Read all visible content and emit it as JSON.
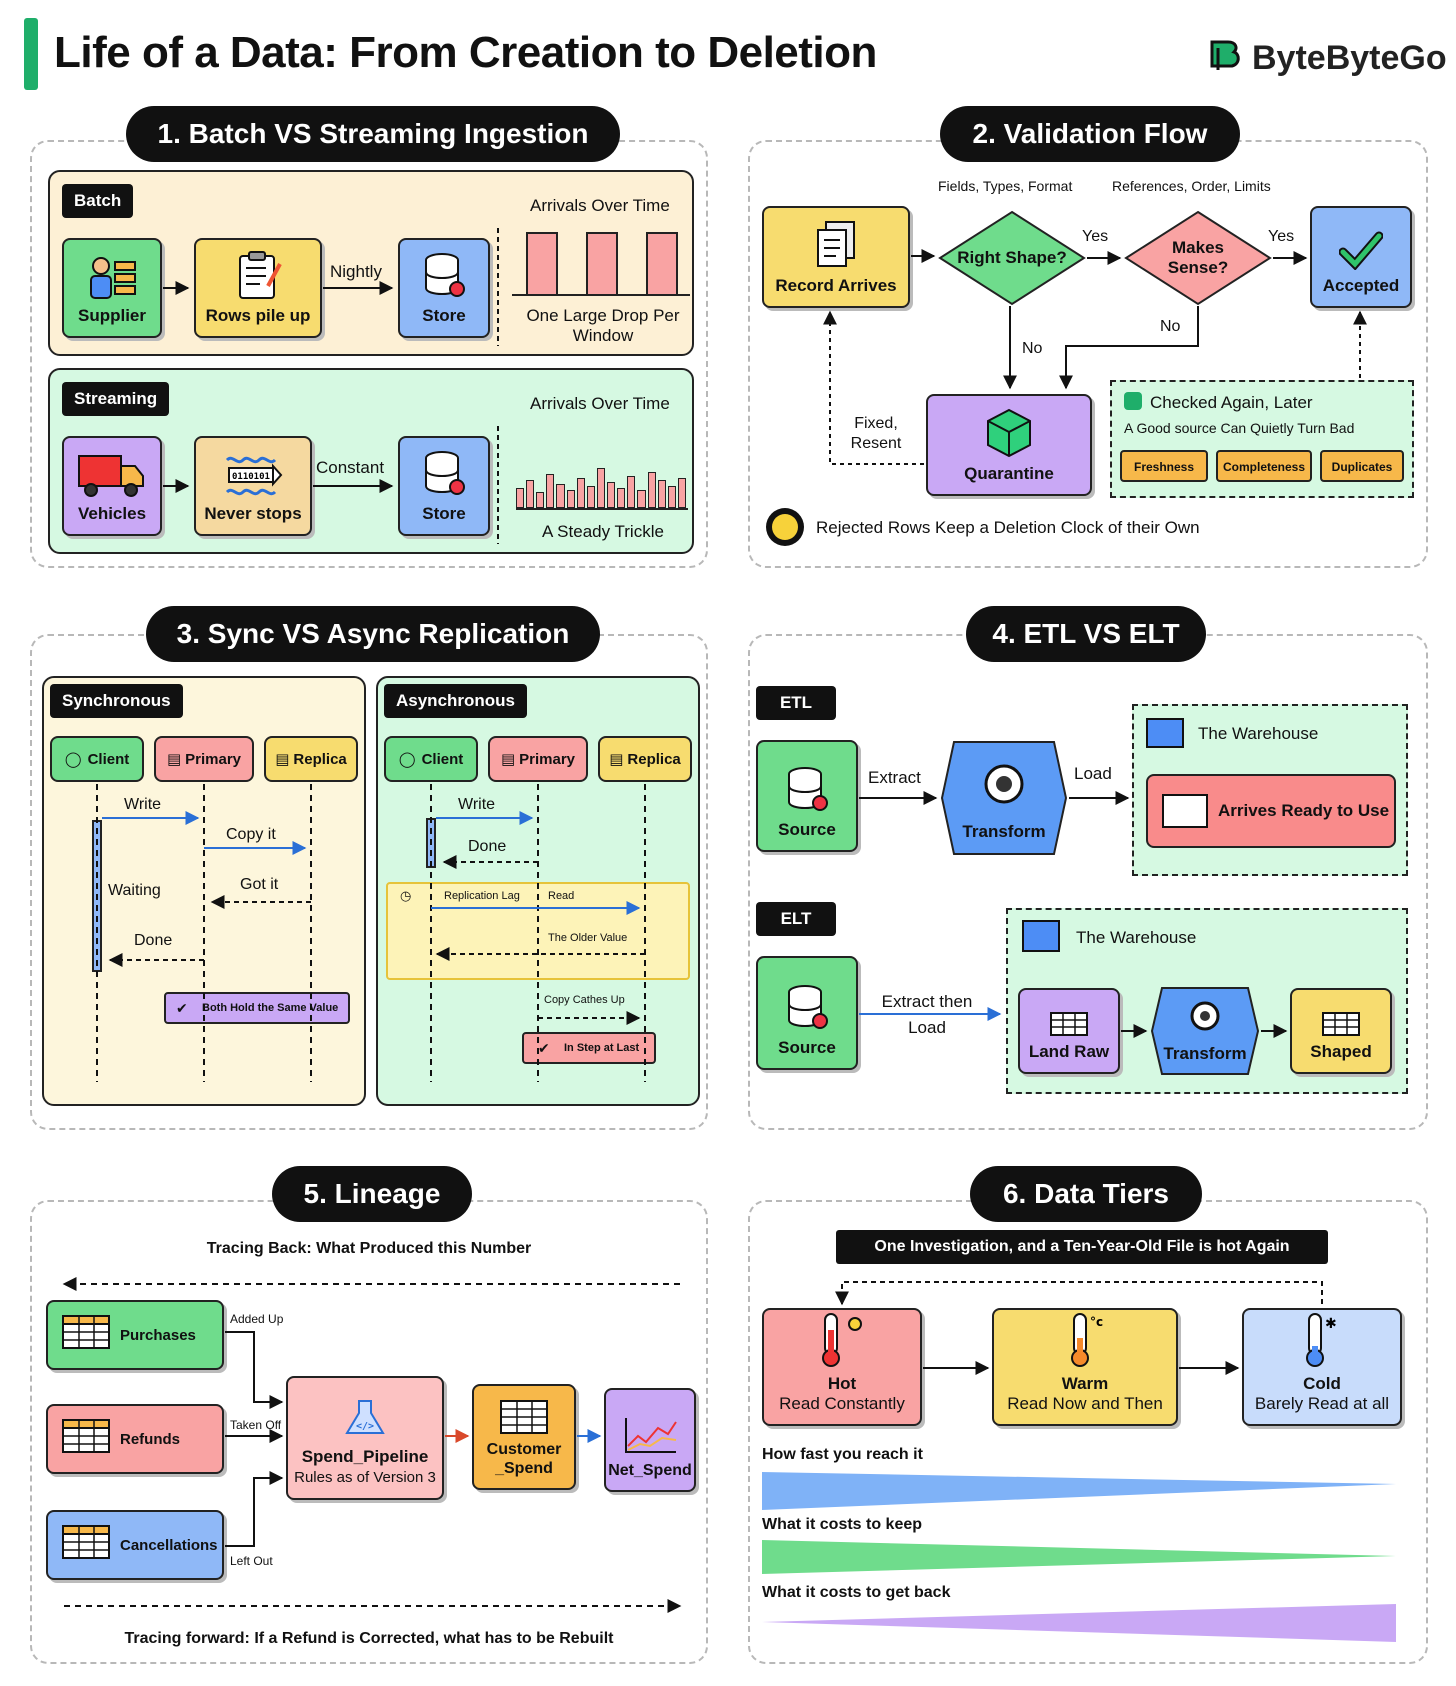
{
  "header": {
    "title": "Life of a Data: From Creation to Deletion",
    "brand": "ByteByteGo"
  },
  "s1": {
    "title": "1. Batch VS Streaming Ingestion",
    "batch": {
      "tag": "Batch",
      "supplier": "Supplier",
      "rows": "Rows pile up",
      "edge": "Nightly",
      "store": "Store",
      "chart_title": "Arrivals Over Time",
      "caption": "One Large Drop Per Window"
    },
    "stream": {
      "tag": "Streaming",
      "vehicles": "Vehicles",
      "never": "Never stops",
      "edge": "Constant",
      "store": "Store",
      "chart_title": "Arrivals Over Time",
      "caption": "A Steady Trickle",
      "code": "0110101"
    }
  },
  "s2": {
    "title": "2. Validation Flow",
    "hint1": "Fields, Types, Format",
    "hint2": "References, Order, Limits",
    "record": "Record Arrives",
    "shape": "Right Shape?",
    "sense": "Makes Sense?",
    "accepted": "Accepted",
    "yes1": "Yes",
    "yes2": "Yes",
    "no1": "No",
    "no2": "No",
    "fixed": "Fixed, Resent",
    "quarantine": "Quarantine",
    "checked_title": "Checked Again, Later",
    "checked_sub": "A Good source Can Quietly Turn Bad",
    "chips": [
      "Freshness",
      "Completeness",
      "Duplicates"
    ],
    "footer": "Rejected Rows Keep a Deletion Clock of their Own"
  },
  "s3": {
    "title": "3. Sync VS Async Replication",
    "sync": {
      "tag": "Synchronous",
      "client": "Client",
      "primary": "Primary",
      "replica": "Replica",
      "write": "Write",
      "copy": "Copy it",
      "waiting": "Waiting",
      "gotit": "Got it",
      "done": "Done",
      "both": "Both Hold the Same Value"
    },
    "async": {
      "tag": "Asynchronous",
      "client": "Client",
      "primary": "Primary",
      "replica": "Replica",
      "write": "Write",
      "done": "Done",
      "lag": "Replication Lag",
      "read": "Read",
      "older": "The Older Value",
      "catch": "Copy Cathes Up",
      "instep": "In Step at Last"
    }
  },
  "s4": {
    "title": "4. ETL VS ELT",
    "etl": {
      "tag": "ETL",
      "source": "Source",
      "extract": "Extract",
      "transform": "Transform",
      "load": "Load",
      "warehouse": "The Warehouse",
      "ready": "Arrives Ready to Use"
    },
    "elt": {
      "tag": "ELT",
      "source": "Source",
      "extract_line1": "Extract then",
      "extract_line2": "Load",
      "warehouse": "The Warehouse",
      "land": "Land Raw",
      "transform": "Transform",
      "shaped": "Shaped"
    }
  },
  "s5": {
    "title": "5. Lineage",
    "back": "Tracing Back: What Produced this Number",
    "purchases": "Purchases",
    "refunds": "Refunds",
    "cancellations": "Cancellations",
    "added": "Added Up",
    "taken": "Taken Off",
    "left": "Left Out",
    "pipeline": "Spend_Pipeline",
    "pipeline_sub": "Rules as of Version 3",
    "customer1": "Customer",
    "customer2": "_Spend",
    "net": "Net_Spend",
    "forward": "Tracing forward: If a Refund is Corrected, what has to be Rebuilt"
  },
  "s6": {
    "title": "6. Data Tiers",
    "banner": "One Investigation, and a Ten-Year-Old File is hot Again",
    "hot": "Hot",
    "hot_sub": "Read Constantly",
    "warm": "Warm",
    "warm_sub": "Read Now and Then",
    "cold": "Cold",
    "cold_sub": "Barely Read at all",
    "fast": "How fast you reach it",
    "keep": "What it costs to keep",
    "back": "What it costs to get back"
  },
  "colors": {
    "green": "#6fdc8c",
    "yellow": "#f7dc6f",
    "blue": "#8fb8f7",
    "purple": "#c9a8f5",
    "pink": "#f9a3a3",
    "accent": "#1fae6a"
  }
}
